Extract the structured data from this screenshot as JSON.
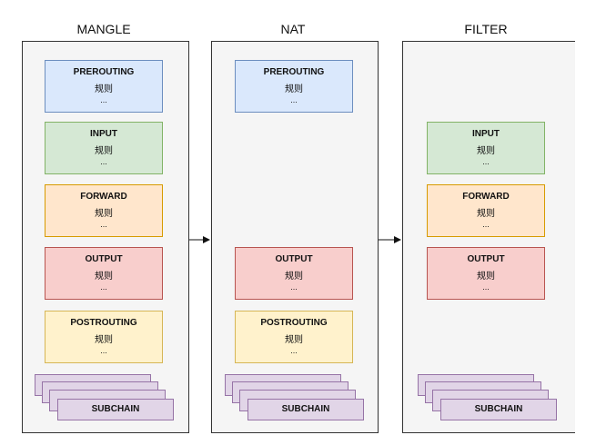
{
  "tables": [
    {
      "title": "MANGLE",
      "chains": [
        {
          "key": "pre",
          "name": "PREROUTING",
          "rule": "规则",
          "dots": "..."
        },
        {
          "key": "in",
          "name": "INPUT",
          "rule": "规则",
          "dots": "..."
        },
        {
          "key": "fwd",
          "name": "FORWARD",
          "rule": "规则",
          "dots": "..."
        },
        {
          "key": "out",
          "name": "OUTPUT",
          "rule": "规则",
          "dots": "..."
        },
        {
          "key": "post",
          "name": "POSTROUTING",
          "rule": "规则",
          "dots": "..."
        }
      ],
      "subchain": "SUBCHAIN"
    },
    {
      "title": "NAT",
      "chains": [
        {
          "key": "pre",
          "name": "PREROUTING",
          "rule": "规则",
          "dots": "..."
        },
        {
          "key": "out",
          "name": "OUTPUT",
          "rule": "规则",
          "dots": "..."
        },
        {
          "key": "post",
          "name": "POSTROUTING",
          "rule": "规则",
          "dots": "..."
        }
      ],
      "subchain": "SUBCHAIN"
    },
    {
      "title": "FILTER",
      "chains": [
        {
          "key": "in",
          "name": "INPUT",
          "rule": "规则",
          "dots": "..."
        },
        {
          "key": "fwd",
          "name": "FORWARD",
          "rule": "规则",
          "dots": "..."
        },
        {
          "key": "out",
          "name": "OUTPUT",
          "rule": "规则",
          "dots": "..."
        }
      ],
      "subchain": "SUBCHAIN"
    }
  ]
}
